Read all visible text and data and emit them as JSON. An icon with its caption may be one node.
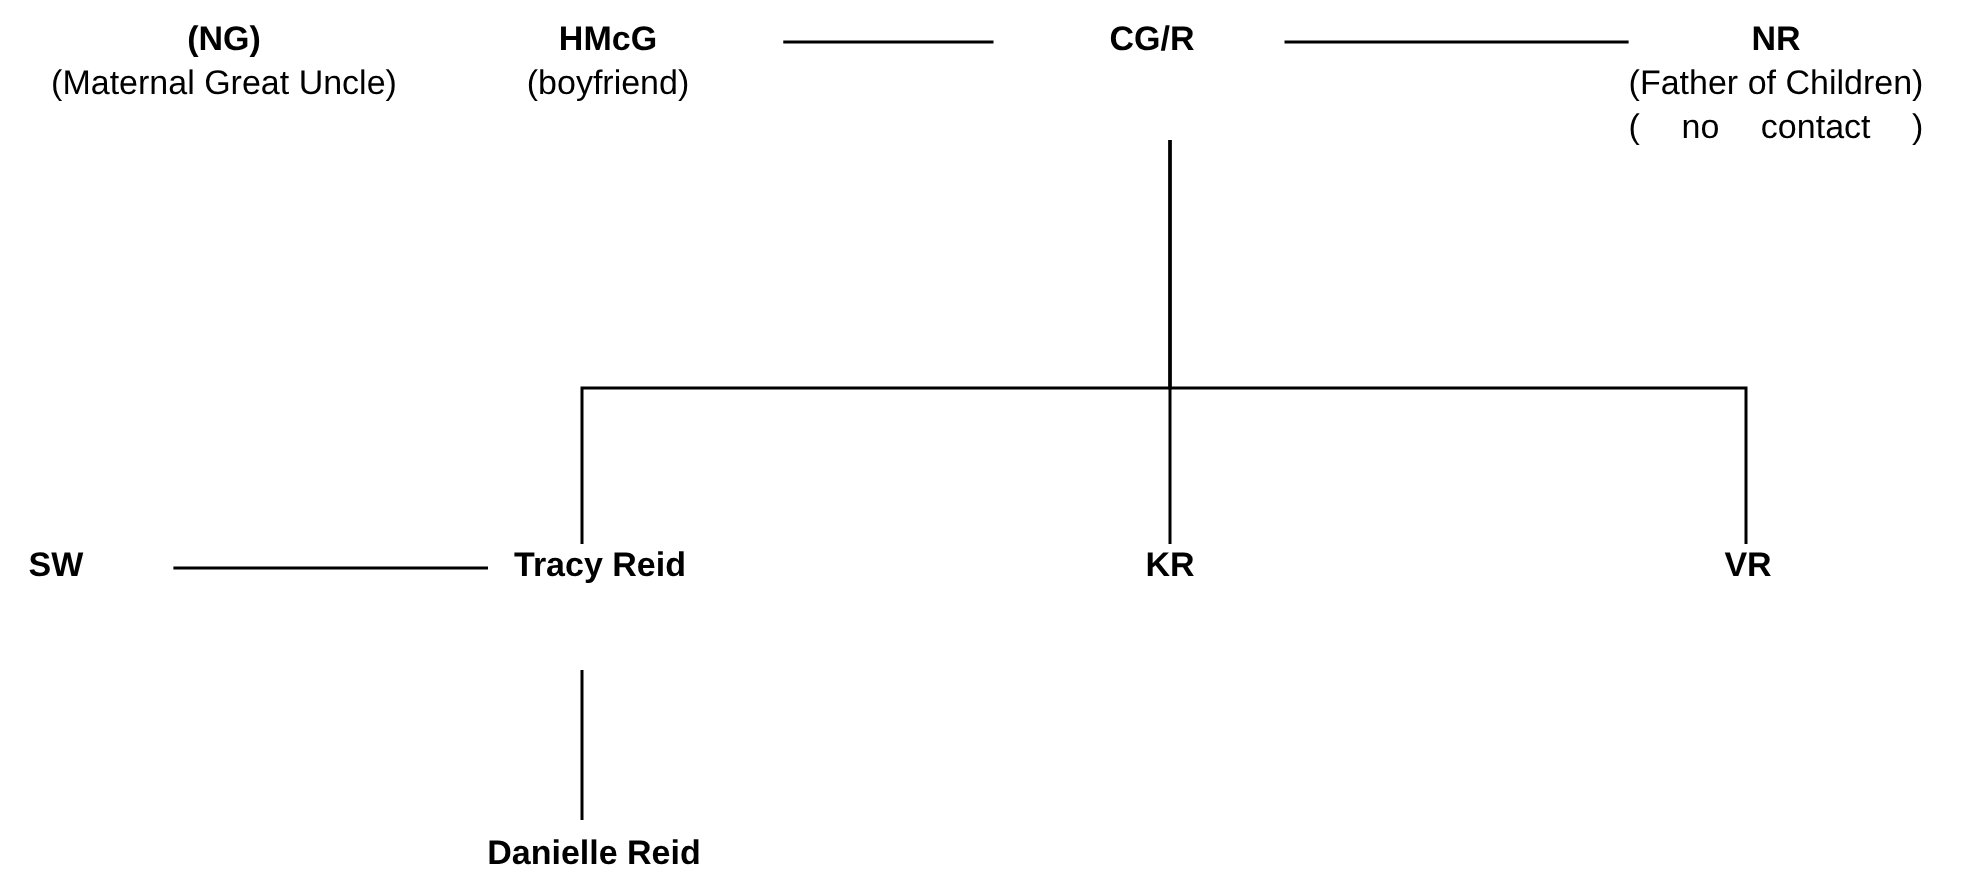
{
  "diagram": {
    "nodes": [
      {
        "text": [
          "(NG)",
          "(Maternal Great Uncle)"
        ]
      },
      {
        "text": [
          "HMcG",
          "(boyfriend)"
        ]
      },
      {
        "text": [
          "CG/R"
        ]
      },
      {
        "text": [
          "NR",
          "(Father of Children)",
          "( no contact )"
        ]
      },
      {
        "text": [
          "SW"
        ]
      },
      {
        "text": [
          "Tracy Reid"
        ]
      },
      {
        "text": [
          "KR"
        ]
      },
      {
        "text": [
          "VR"
        ]
      },
      {
        "text": [
          "Danielle Reid"
        ]
      }
    ],
    "edges": [
      {
        "from": 1,
        "to": 2,
        "arrow": "none"
      },
      {
        "from": 2,
        "to": 3,
        "arrow": "none"
      },
      {
        "from": 2,
        "to": 5,
        "arrow": "none"
      },
      {
        "from": 2,
        "to": 6,
        "arrow": "none"
      },
      {
        "from": 2,
        "to": 7,
        "arrow": "none"
      },
      {
        "from": 4,
        "to": 5,
        "arrow": "none"
      },
      {
        "from": 5,
        "to": 8,
        "arrow": "none"
      }
    ]
  }
}
